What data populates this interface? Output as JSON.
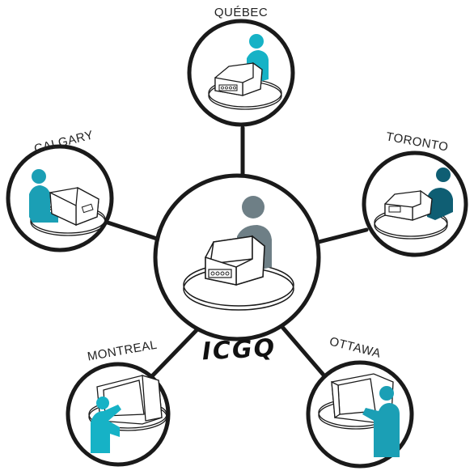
{
  "diagram": {
    "center_label": "ICGQ",
    "colors": {
      "stroke": "#1a1a1a",
      "teal": "#16b2c6",
      "dark_teal": "#0f5e73",
      "mid_teal": "#1b9fb5",
      "gray": "#6e7f86",
      "background": "#ffffff"
    },
    "nodes": [
      {
        "id": "quebec",
        "label": "QUÉBEC",
        "icon": "person-at-terminal-icon",
        "person_color": "teal"
      },
      {
        "id": "calgary",
        "label": "CALGARY",
        "icon": "person-at-terminal-icon",
        "person_color": "mid_teal"
      },
      {
        "id": "toronto",
        "label": "TORONTO",
        "icon": "person-at-terminal-icon",
        "person_color": "dark_teal"
      },
      {
        "id": "montreal",
        "label": "MONTREAL",
        "icon": "person-carrying-monitor-icon",
        "person_color": "teal"
      },
      {
        "id": "ottawa",
        "label": "OTTAWA",
        "icon": "person-carrying-monitor-icon",
        "person_color": "mid_teal"
      }
    ],
    "hub": {
      "icon": "person-at-terminal-icon",
      "person_color": "gray"
    }
  }
}
